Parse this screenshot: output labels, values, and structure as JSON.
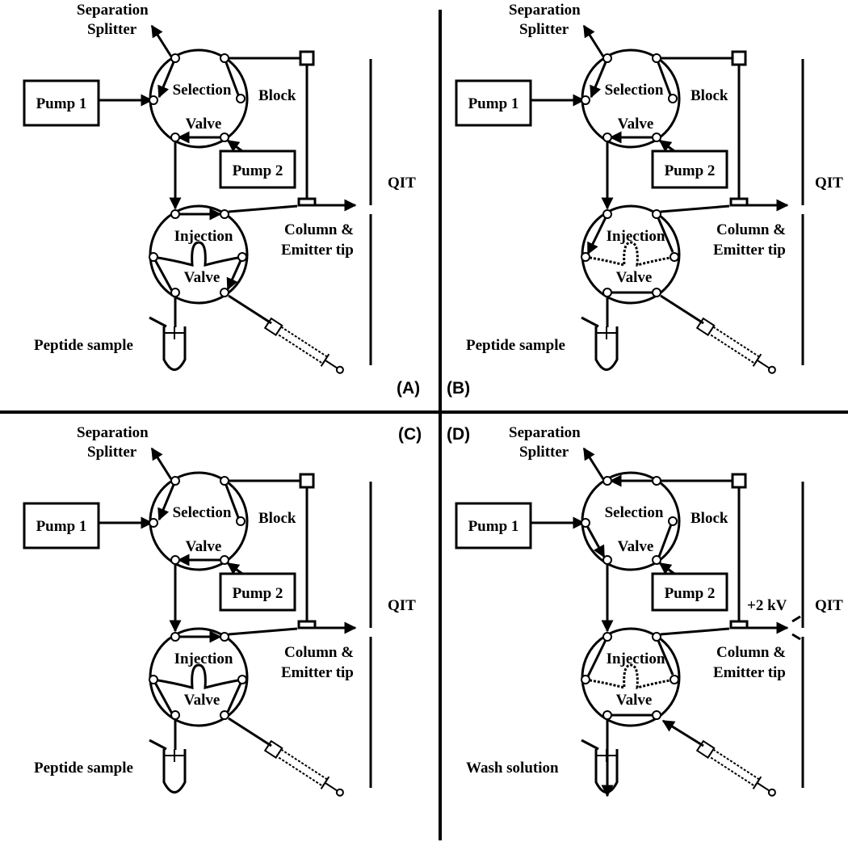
{
  "panels": [
    {
      "letter": "(A)",
      "labels": {
        "separation": "Separation",
        "splitter": "Splitter",
        "pump1": "Pump 1",
        "pump2": "Pump 2",
        "selection": "Selection",
        "valve_top": "Valve",
        "block": "Block",
        "injection": "Injection",
        "valve_bottom": "Valve",
        "column": "Column &",
        "emitter": "Emitter tip",
        "qit": "QIT",
        "sample": "Peptide sample",
        "voltage": ""
      }
    },
    {
      "letter": "(B)",
      "labels": {
        "separation": "Separation",
        "splitter": "Splitter",
        "pump1": "Pump 1",
        "pump2": "Pump 2",
        "selection": "Selection",
        "valve_top": "Valve",
        "block": "Block",
        "injection": "Injection",
        "valve_bottom": "Valve",
        "column": "Column &",
        "emitter": "Emitter tip",
        "qit": "QIT",
        "sample": "Peptide sample",
        "voltage": ""
      }
    },
    {
      "letter": "(C)",
      "labels": {
        "separation": "Separation",
        "splitter": "Splitter",
        "pump1": "Pump 1",
        "pump2": "Pump 2",
        "selection": "Selection",
        "valve_top": "Valve",
        "block": "Block",
        "injection": "Injection",
        "valve_bottom": "Valve",
        "column": "Column &",
        "emitter": "Emitter tip",
        "qit": "QIT",
        "sample": "Peptide sample",
        "voltage": ""
      }
    },
    {
      "letter": "(D)",
      "labels": {
        "separation": "Separation",
        "splitter": "Splitter",
        "pump1": "Pump 1",
        "pump2": "Pump 2",
        "selection": "Selection",
        "valve_top": "Valve",
        "block": "Block",
        "injection": "Injection",
        "valve_bottom": "Valve",
        "column": "Column &",
        "emitter": "Emitter tip",
        "qit": "QIT",
        "sample": "Wash solution",
        "voltage": "+2 kV"
      }
    }
  ]
}
